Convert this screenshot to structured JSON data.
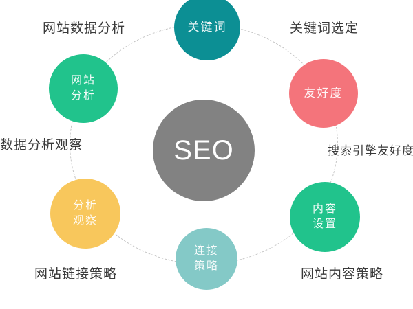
{
  "diagram": {
    "center": {
      "label": "SEO",
      "color": "#828282"
    },
    "nodes": {
      "top": {
        "line1": "关键词",
        "color": "#0c8f94"
      },
      "top_left": {
        "line1": "网站",
        "line2": "分析",
        "color": "#21c38c"
      },
      "top_right": {
        "line1": "友好度",
        "color": "#f4747b"
      },
      "bottom_left": {
        "line1": "分析",
        "line2": "观察",
        "color": "#f8c75c"
      },
      "bottom_right": {
        "line1": "内容",
        "line2": "设置",
        "color": "#21c38c"
      },
      "bottom": {
        "line1": "连接",
        "line2": "策略",
        "color": "#84c9c7"
      }
    },
    "captions": {
      "top_left": "网站数据分析",
      "top_right": "关键词选定",
      "left": "数据分析观察",
      "right": "搜索引擎友好度",
      "bottom_left": "网站链接策略",
      "bottom_right": "网站内容策略"
    },
    "ring_color": "#c4c4c4",
    "text_color": "#3a3a3a"
  }
}
